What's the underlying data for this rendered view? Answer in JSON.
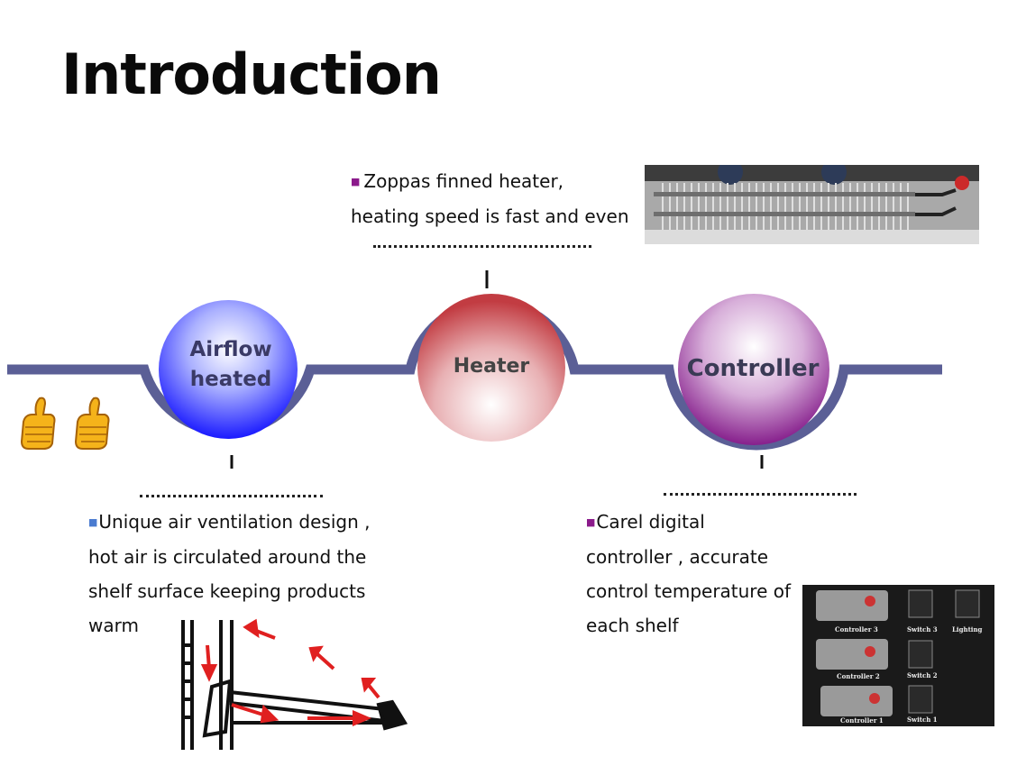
{
  "title": "Introduction",
  "heater_note": {
    "bullet_color": "#8b1a8b",
    "text": "Zoppas finned heater, heating speed is fast and even"
  },
  "airflow_note": {
    "bullet_color": "#4a7bd0",
    "text": "Unique air ventilation design , hot air is circulated around the shelf surface keeping products warm"
  },
  "controller_note": {
    "bullet_color": "#8b1a8b",
    "text": "Carel digital controller , accurate control temperature of each shelf"
  },
  "nodes": {
    "airflow": {
      "line1": "Airflow",
      "line2": "heated",
      "color": "#2b2bff"
    },
    "heater": {
      "label": "Heater",
      "color": "#c4484c"
    },
    "controller": {
      "label": "Controller",
      "color": "#8a2a8f"
    }
  },
  "timeline_color": "#5b5f96",
  "controller_panel": {
    "labels": [
      "Controller 3",
      "Switch 3",
      "Lighting",
      "Controller 2",
      "Switch 2",
      "Controller 1",
      "Switch 1"
    ]
  },
  "icons": [
    "thumbs-up-icon",
    "thumbs-up-icon"
  ]
}
